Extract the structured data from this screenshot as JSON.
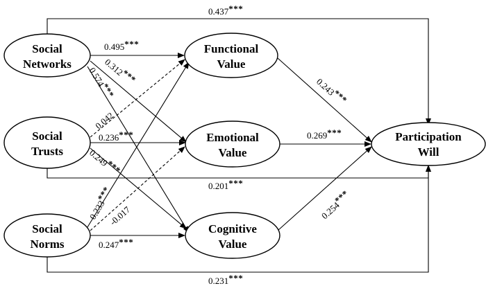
{
  "nodes": {
    "social_networks": {
      "line1": "Social",
      "line2": "Networks"
    },
    "social_trusts": {
      "line1": "Social",
      "line2": "Trusts"
    },
    "social_norms": {
      "line1": "Social",
      "line2": "Norms"
    },
    "functional_value": {
      "line1": "Functional",
      "line2": "Value"
    },
    "emotional_value": {
      "line1": "Emotional",
      "line2": "Value"
    },
    "cognitive_value": {
      "line1": "Cognitive",
      "line2": "Value"
    },
    "participation_will": {
      "line1": "Participation",
      "line2": "Will"
    }
  },
  "paths": {
    "sn_pw": {
      "coef": "0.437",
      "stars": "***"
    },
    "sn_fv": {
      "coef": "0.495",
      "stars": "***"
    },
    "sn_ev": {
      "coef": "0.312",
      "stars": "***"
    },
    "sn_cv": {
      "coef": "0.574",
      "stars": "***"
    },
    "st_fv": {
      "coef": "0.042",
      "stars": ""
    },
    "st_ev": {
      "coef": "0.236",
      "stars": "***"
    },
    "st_cv": {
      "coef": "0.249",
      "stars": "***"
    },
    "st_pw": {
      "coef": "0.201",
      "stars": "***"
    },
    "sno_fv": {
      "coef": "0.233",
      "stars": "***"
    },
    "sno_ev": {
      "coef": "-0.017",
      "stars": ""
    },
    "sno_cv": {
      "coef": "0.247",
      "stars": "***"
    },
    "sno_pw": {
      "coef": "0.231",
      "stars": "***"
    },
    "fv_pw": {
      "coef": "0.243",
      "stars": "***"
    },
    "ev_pw": {
      "coef": "0.269",
      "stars": "***"
    },
    "cv_pw": {
      "coef": "0.254",
      "stars": "***"
    }
  }
}
